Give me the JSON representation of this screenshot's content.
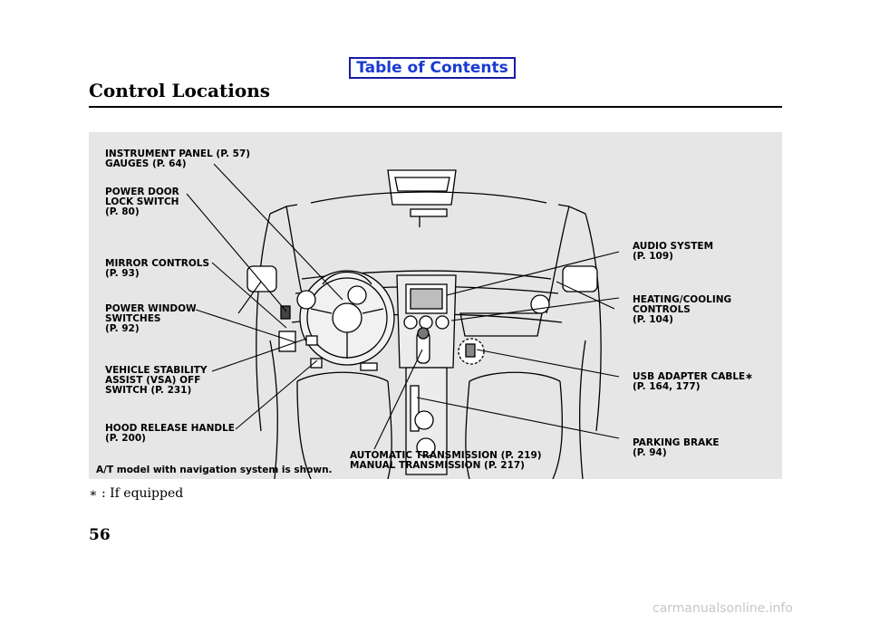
{
  "toc_link": "Table of Contents",
  "page_title": "Control Locations",
  "labels": {
    "instrument_panel": "INSTRUMENT PANEL (P. 57)\nGAUGES (P. 64)",
    "power_door_lock": "POWER DOOR\nLOCK SWITCH\n(P. 80)",
    "mirror_controls": "MIRROR CONTROLS\n(P. 93)",
    "power_window": "POWER WINDOW\nSWITCHES\n(P. 92)",
    "vsa": "VEHICLE STABILITY\nASSIST (VSA) OFF\nSWITCH (P. 231)",
    "hood_release": "HOOD RELEASE HANDLE\n(P. 200)",
    "transmission": "AUTOMATIC TRANSMISSION (P. 219)\nMANUAL TRANSMISSION (P. 217)",
    "audio": "AUDIO SYSTEM\n(P. 109)",
    "heating": "HEATING/COOLING\nCONTROLS\n(P. 104)",
    "usb": "USB ADAPTER CABLE∗\n(P. 164, 177)",
    "parking_brake": "PARKING BRAKE\n(P. 94)"
  },
  "caption": "A/T model with navigation system is shown.",
  "footnote": "∗ : If equipped",
  "page_number": "56",
  "watermark": "carmanualsonline.info"
}
